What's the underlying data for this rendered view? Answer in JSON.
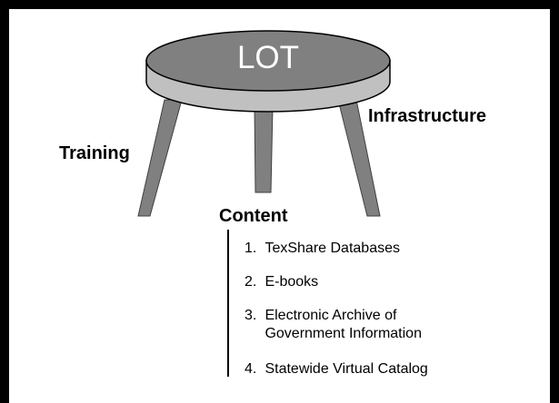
{
  "diagram": {
    "seat_label": "LOT",
    "legs": {
      "left": "Training",
      "right": "Infrastructure",
      "center": "Content"
    },
    "content_items": [
      {
        "number": "1.",
        "text_lines": [
          "TexShare Databases"
        ]
      },
      {
        "number": "2.",
        "text_lines": [
          "E-books"
        ]
      },
      {
        "number": "3.",
        "text_lines": [
          "Electronic Archive of",
          "Government Information"
        ]
      },
      {
        "number": "4.",
        "text_lines": [
          "Statewide Virtual Catalog"
        ]
      }
    ],
    "colors": {
      "seat_top": "#808080",
      "seat_rim": "#c0c0c0",
      "legs": "#808080",
      "frame": "#000000"
    }
  }
}
